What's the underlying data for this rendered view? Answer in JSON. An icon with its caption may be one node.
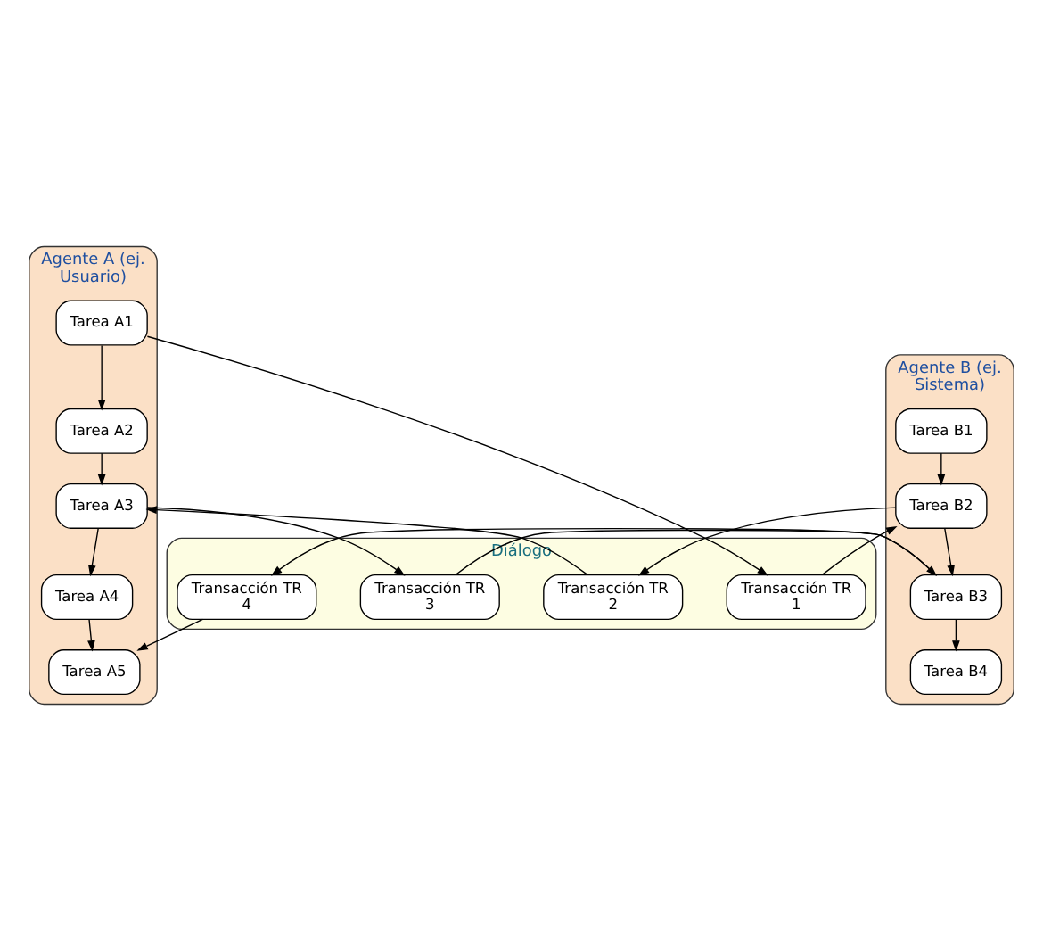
{
  "diagram": {
    "nodes": [
      {
        "text": [
          "Agente A (ej. Usuario)"
        ]
      },
      {
        "text": [
          "Tarea A1"
        ],
        "in": 0
      },
      {
        "text": [
          "Tarea A2"
        ],
        "in": 0
      },
      {
        "text": [
          "Tarea A3"
        ],
        "in": 0
      },
      {
        "text": [
          "Tarea A4"
        ],
        "in": 0
      },
      {
        "text": [
          "Tarea A5"
        ],
        "in": 0
      },
      {
        "text": [
          "Diálogo"
        ]
      },
      {
        "text": [
          "Transacción TR 1"
        ],
        "in": 6
      },
      {
        "text": [
          "Transacción TR 2"
        ],
        "in": 6
      },
      {
        "text": [
          "Transacción TR 3"
        ],
        "in": 6
      },
      {
        "text": [
          "Transacción TR 4"
        ],
        "in": 6
      },
      {
        "text": [
          "Agente B (ej. Sistema)"
        ]
      },
      {
        "text": [
          "Tarea B1"
        ],
        "in": 11
      },
      {
        "text": [
          "Tarea B2"
        ],
        "in": 11
      },
      {
        "text": [
          "Tarea B3"
        ],
        "in": 11
      },
      {
        "text": [
          "Tarea B4"
        ],
        "in": 11
      }
    ],
    "edges": [
      {
        "from": 1,
        "to": 2,
        "arrow": "to"
      },
      {
        "from": 2,
        "to": 3,
        "arrow": "to"
      },
      {
        "from": 3,
        "to": 4,
        "arrow": "to"
      },
      {
        "from": 4,
        "to": 5,
        "arrow": "to"
      },
      {
        "from": 1,
        "to": 7,
        "arrow": "to"
      },
      {
        "from": 7,
        "to": 13,
        "arrow": "to"
      },
      {
        "from": 12,
        "to": 13,
        "arrow": "to"
      },
      {
        "from": 13,
        "to": 8,
        "arrow": "to"
      },
      {
        "from": 8,
        "to": 3,
        "arrow": "to"
      },
      {
        "from": 3,
        "to": 9,
        "arrow": "to"
      },
      {
        "from": 9,
        "to": 14,
        "arrow": "to"
      },
      {
        "from": 13,
        "to": 14,
        "arrow": "to"
      },
      {
        "from": 14,
        "to": 10,
        "arrow": "to"
      },
      {
        "from": 10,
        "to": 5,
        "arrow": "to"
      },
      {
        "from": 14,
        "to": 15,
        "arrow": "to"
      }
    ]
  }
}
